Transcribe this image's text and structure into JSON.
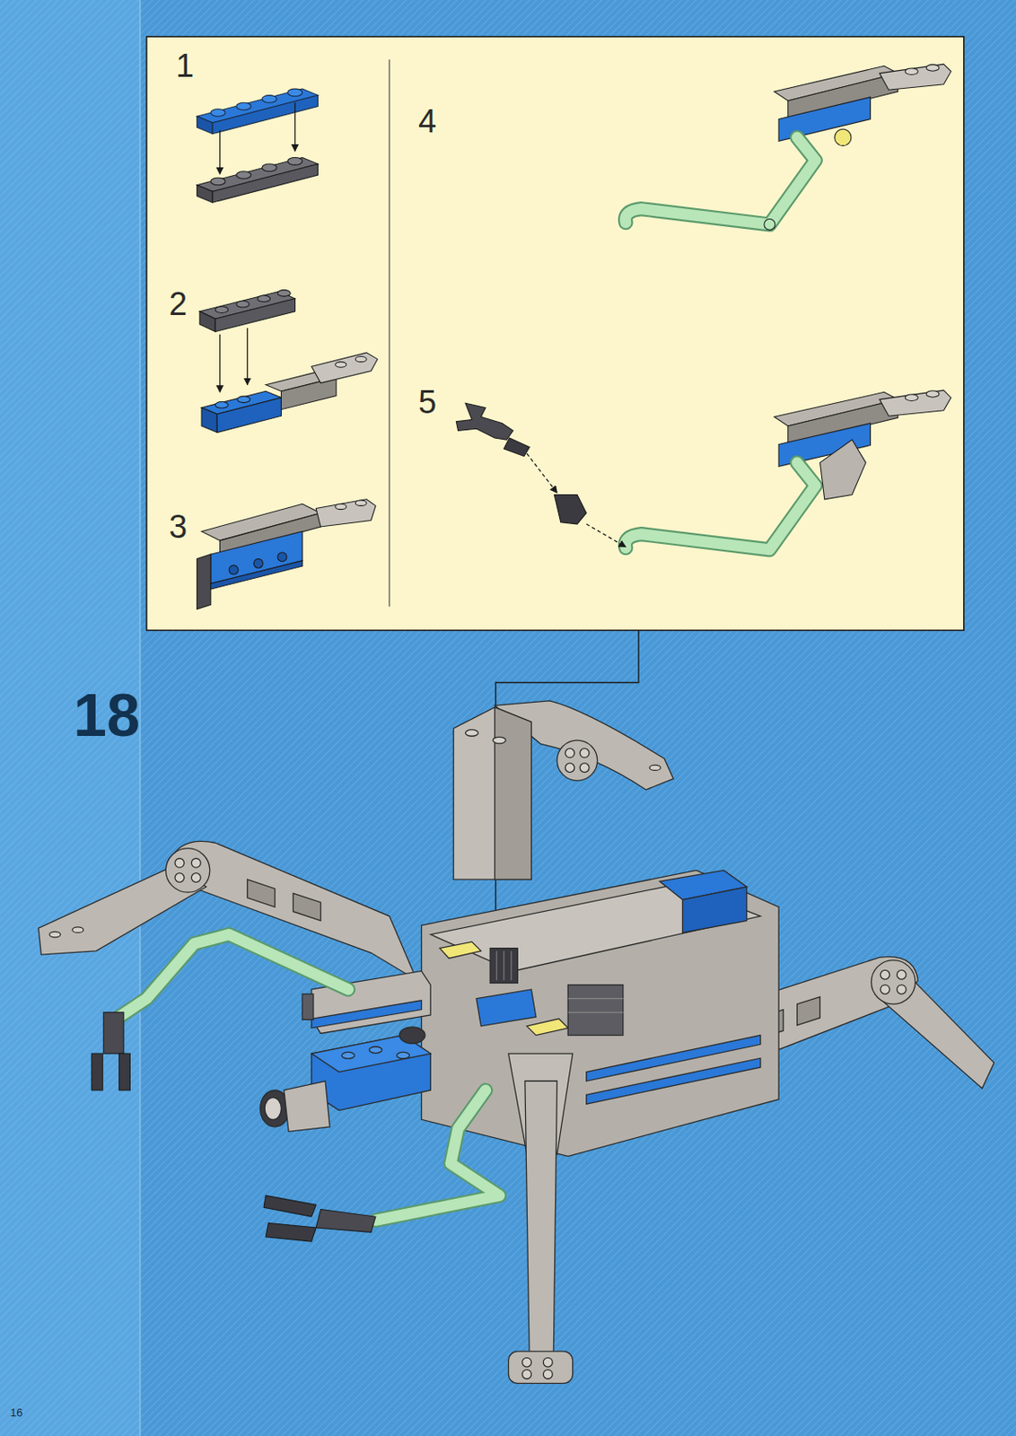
{
  "diagram": {
    "labels": [
      "1",
      "2",
      "3",
      "4",
      "5",
      "18",
      "16"
    ]
  }
}
